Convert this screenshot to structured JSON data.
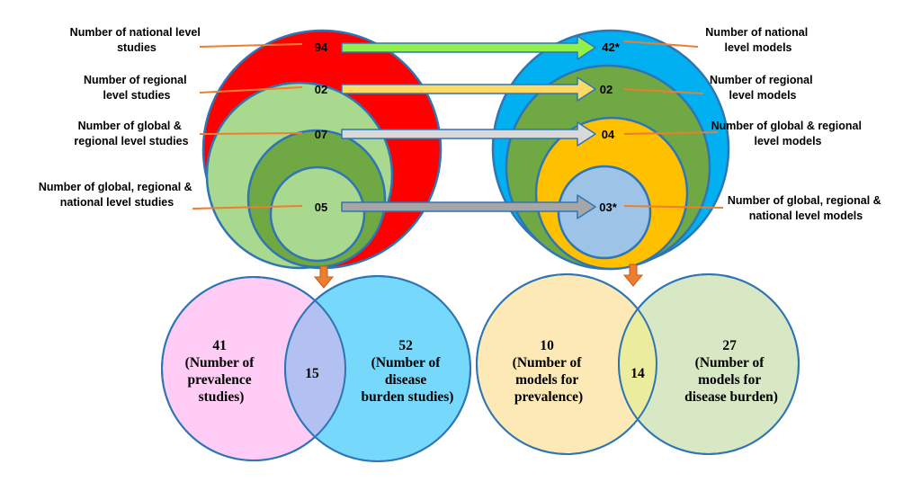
{
  "studies": {
    "national": {
      "label": [
        "Number of national level",
        "studies"
      ],
      "value": "94"
    },
    "regional": {
      "label": [
        "Number of regional",
        "level studies"
      ],
      "value": "02"
    },
    "global_regional": {
      "label": [
        "Number of global &",
        "regional level studies"
      ],
      "value": "07"
    },
    "all": {
      "label": [
        "Number of global, regional &",
        "national level studies"
      ],
      "value": "05"
    }
  },
  "models": {
    "national": {
      "label": [
        "Number of national",
        "level models"
      ],
      "value": "42*"
    },
    "regional": {
      "label": [
        "Number of regional",
        "level models"
      ],
      "value": "02"
    },
    "global_regional": {
      "label": [
        "Number of global & regional",
        "level models"
      ],
      "value": "04"
    },
    "all": {
      "label": [
        "Number of global, regional &",
        "national level models"
      ],
      "value": "03*"
    }
  },
  "venn_studies": {
    "left": {
      "value": "41",
      "lines": [
        "(Number of",
        "prevalence",
        "studies)"
      ]
    },
    "center": "15",
    "right": {
      "value": "52",
      "lines": [
        "(Number of",
        "disease",
        "burden studies)"
      ]
    }
  },
  "venn_models": {
    "left": {
      "value": "10",
      "lines": [
        "(Number of",
        "models for",
        "prevalence)"
      ]
    },
    "center": "14",
    "right": {
      "value": "27",
      "lines": [
        "(Number of",
        "models for",
        "disease burden)"
      ]
    }
  },
  "colors": {
    "red": "#ff0000",
    "blue_outer": "#00b0f0",
    "light_green": "#a9d98e",
    "mid_green": "#70a844",
    "yellow": "#ffc000",
    "light_blue": "#9dc3e6",
    "circle_stroke": "#2e75b6",
    "leader": "#ed7d31",
    "pink": "#ffccf5",
    "cyan": "#76d8fa",
    "cream": "#fde9b6",
    "pale_green": "#d8e8c4",
    "arrow_green": "#92f04a",
    "arrow_yellow": "#ffd966",
    "arrow_light_grey": "#d9d9d9",
    "arrow_dark_grey": "#a6a6a6"
  }
}
